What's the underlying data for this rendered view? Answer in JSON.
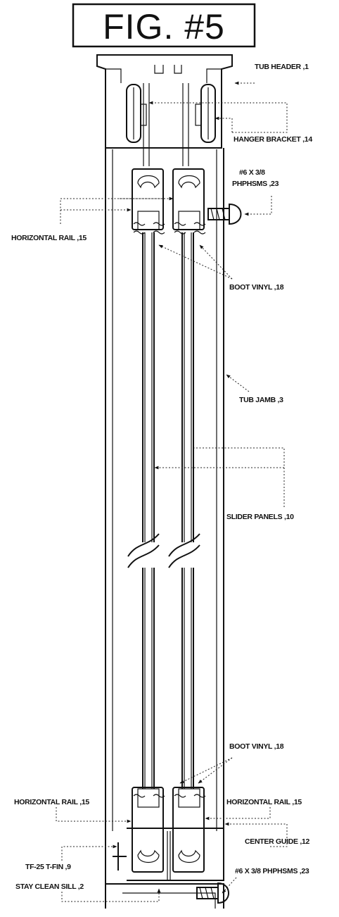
{
  "figure": {
    "title": "FIG. #5"
  },
  "labels": {
    "tub_header": "TUB HEADER ,1",
    "hanger_bracket": "HANGER BRACKET ,14",
    "screw_top_line1": "#6 X 3/8",
    "screw_top_line2": "PHPHSMS ,23",
    "horizontal_rail_top": "HORIZONTAL RAIL ,15",
    "boot_vinyl_top": "BOOT VINYL ,18",
    "tub_jamb": "TUB JAMB ,3",
    "slider_panels": "SLIDER PANELS ,10",
    "boot_vinyl_bottom": "BOOT VINYL ,18",
    "horizontal_rail_bottom_left": "HORIZONTAL RAIL ,15",
    "horizontal_rail_bottom_right": "HORIZONTAL RAIL ,15",
    "center_guide": "CENTER GUIDE ,12",
    "tf_fin": "TF-25 T-FIN ,9",
    "screw_bottom": "#6 X 3/8 PHPHSMS ,23",
    "stay_clean_sill": "STAY CLEAN SILL ,2"
  }
}
